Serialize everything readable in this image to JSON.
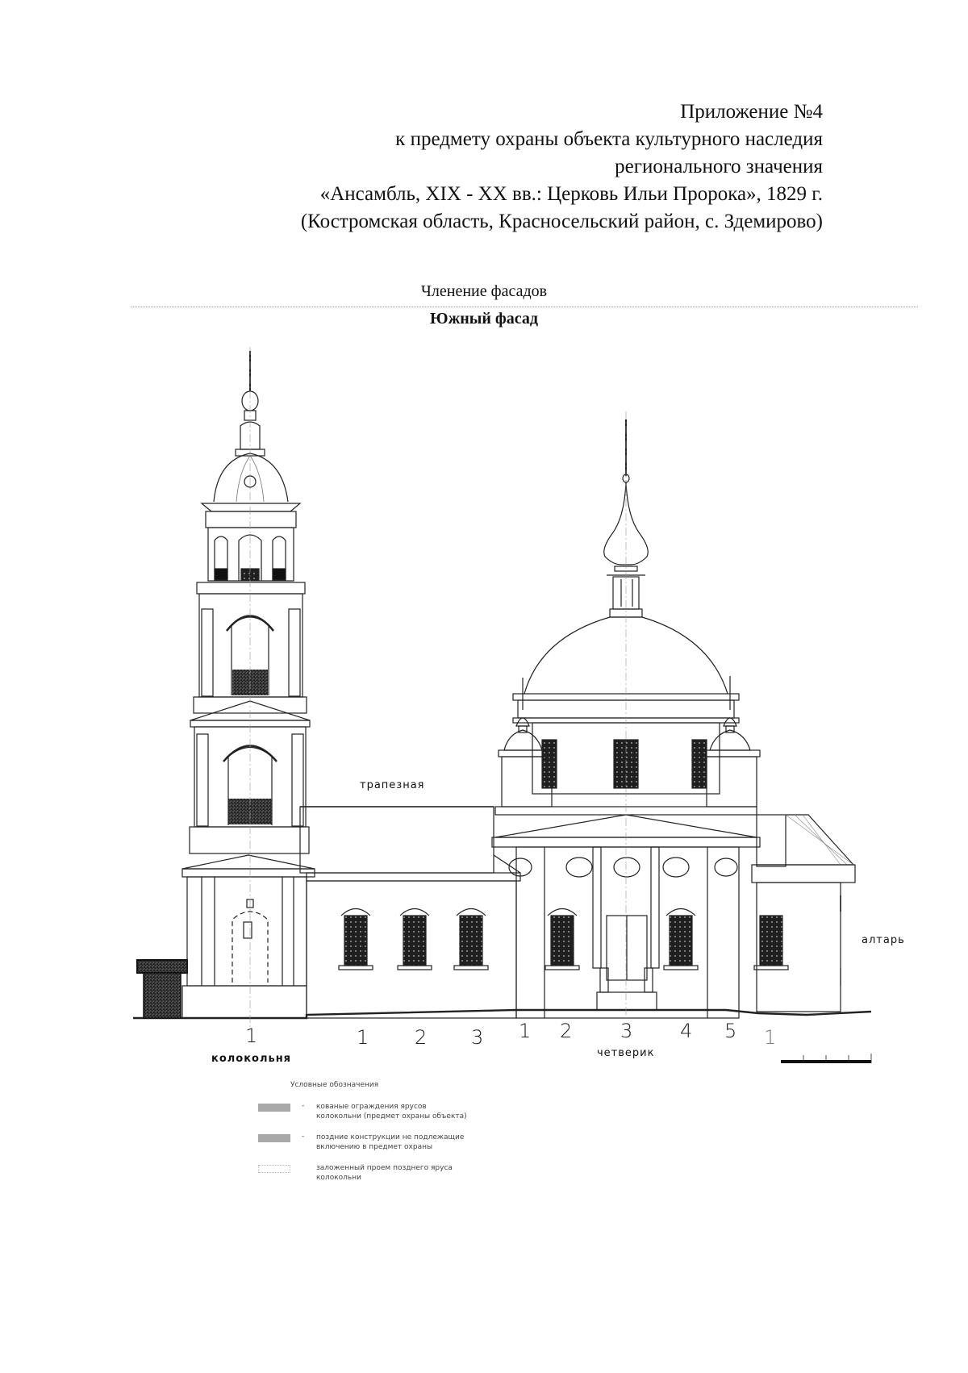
{
  "header": {
    "lines": [
      "Приложение №4",
      "к предмету охраны объекта культурного наследия",
      "регионального значения",
      "«Ансамбль, XIX - XX вв.: Церковь Ильи Пророка», 1829 г.",
      "(Костромская область, Красносельский район, с. Здемирово)"
    ]
  },
  "section_title": "Членение фасадов",
  "facade_title": "Южный фасад",
  "drawing": {
    "labels": {
      "refectory": "трапезная",
      "altar": "алтарь",
      "bell_tower": "колокольня",
      "quadrangle": "четверик"
    },
    "bay_numbers": {
      "bell_tower": [
        "1"
      ],
      "refectory": [
        "1",
        "2",
        "3"
      ],
      "quadrangle": [
        "1",
        "2",
        "3",
        "4",
        "5"
      ],
      "altar": [
        "1"
      ]
    }
  },
  "legend": {
    "title": "Условные обозначения",
    "items": [
      {
        "swatch": "gray",
        "dash": "-",
        "text_line1": "кованые ограждения ярусов",
        "text_line2": "колокольни (предмет охраны объекта)"
      },
      {
        "swatch": "gray",
        "dash": "-",
        "text_line1": "поздние конструкции не подлежащие",
        "text_line2": "включению в предмет охраны"
      },
      {
        "swatch": "dotted",
        "dash": "",
        "text_line1": "заложенный проем позднего яруса",
        "text_line2": "колокольни"
      }
    ]
  }
}
